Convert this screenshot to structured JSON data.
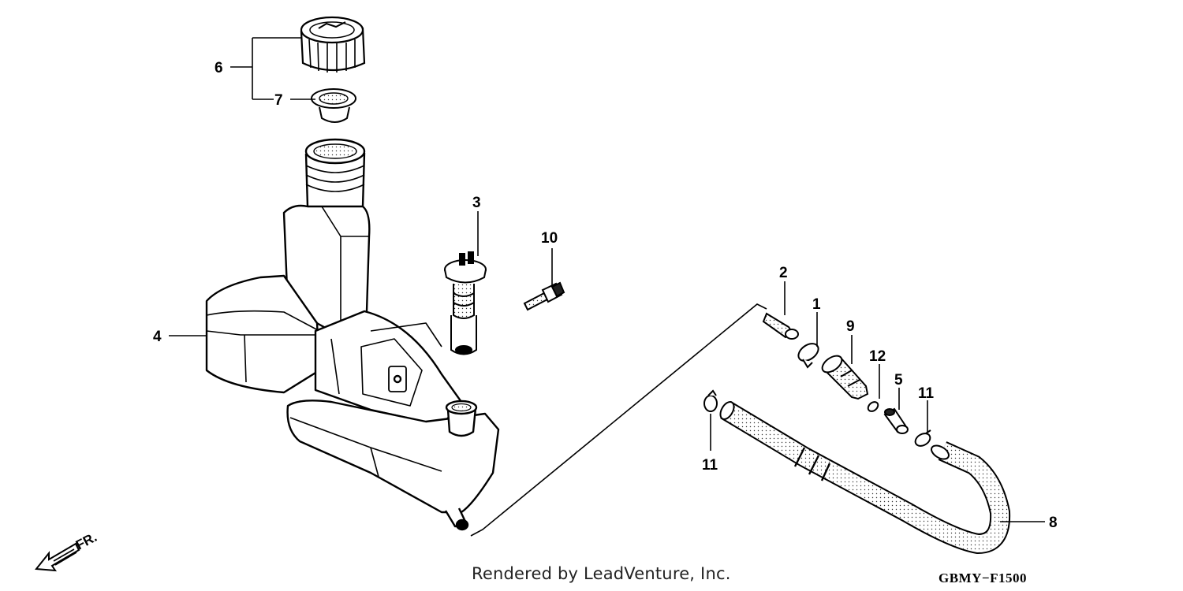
{
  "diagram": {
    "callouts": {
      "c1": "1",
      "c2": "2",
      "c3": "3",
      "c4": "4",
      "c5": "5",
      "c6": "6",
      "c7": "7",
      "c8": "8",
      "c9": "9",
      "c10": "10",
      "c11a": "11",
      "c11b": "11",
      "c12": "12"
    },
    "front_arrow_label": "FR.",
    "footer_credit": "Rendered by LeadVenture, Inc.",
    "diagram_code": "GBMY−F1500"
  }
}
